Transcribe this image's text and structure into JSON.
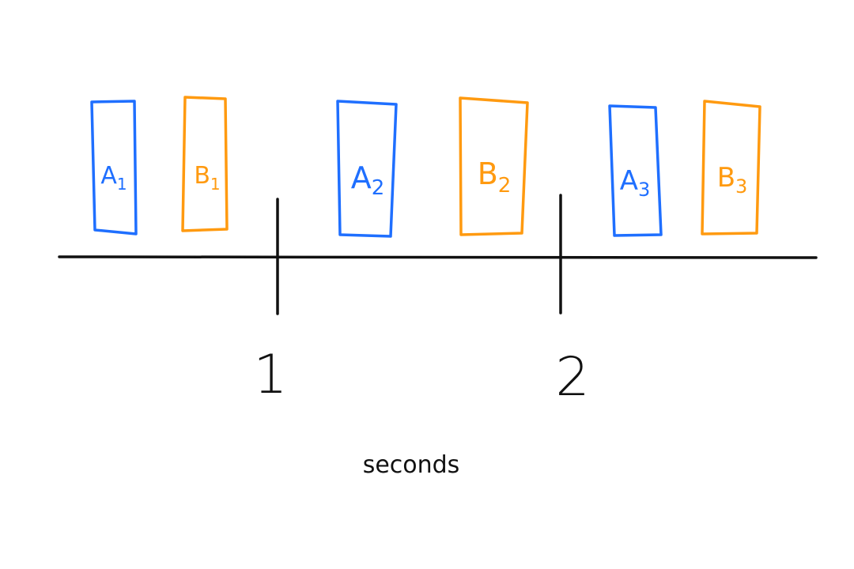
{
  "colors": {
    "series_a": "#1f6fff",
    "series_b": "#ff9a10",
    "axis": "#111111"
  },
  "diagram": {
    "axis_title": "seconds",
    "ticks": [
      {
        "label": "1"
      },
      {
        "label": "2"
      }
    ],
    "blocks": [
      {
        "letter": "A",
        "index": "1",
        "series": "A"
      },
      {
        "letter": "B",
        "index": "1",
        "series": "B"
      },
      {
        "letter": "A",
        "index": "2",
        "series": "A"
      },
      {
        "letter": "B",
        "index": "2",
        "series": "B"
      },
      {
        "letter": "A",
        "index": "3",
        "series": "A"
      },
      {
        "letter": "B",
        "index": "3",
        "series": "B"
      }
    ]
  }
}
